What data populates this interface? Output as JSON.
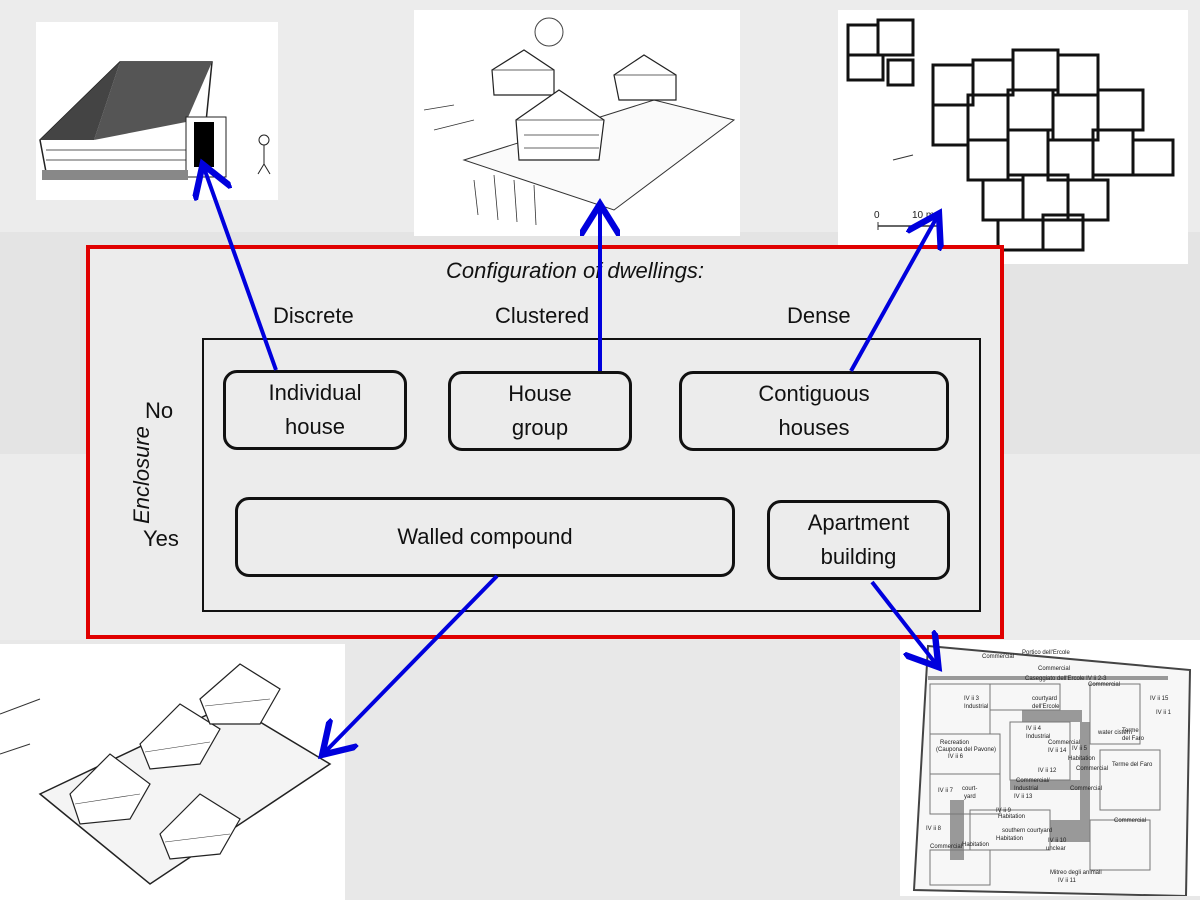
{
  "diagram": {
    "title": "Configuration of dwellings:",
    "columns": [
      "Discrete",
      "Clustered",
      "Dense"
    ],
    "row_axis_label": "Enclosure",
    "rows": [
      "No",
      "Yes"
    ],
    "boxes": {
      "individual_house": "Individual\nhouse",
      "house_group": "House\ngroup",
      "contiguous_houses": "Contiguous\nhouses",
      "walled_compound": "Walled compound",
      "apartment_building": "Apartment\nbuilding"
    },
    "frame_color": "#e00000",
    "arrow_color": "#0000dd"
  },
  "illustrations": {
    "scale_bar": {
      "zero": "0",
      "ten": "10 m"
    },
    "plan_labels": [
      "Commercial",
      "Portico dell'Ercole",
      "Commercial",
      "Caseggiato dell'Ercole IV ii 2-3",
      "Commercial",
      "IV ii 3",
      "Industrial",
      "courtyard",
      "dell'Ercole",
      "IV ii 4",
      "Industrial",
      "Recreation",
      "(Caupona del Pavone)",
      "IV ii 6",
      "Commercial",
      "IV ii 14",
      "IV ii 5",
      "Habitation",
      "Commercial",
      "IV ii 12",
      "Commercial",
      "Commercial/",
      "Industrial",
      "IV ii 13",
      "court-",
      "yard",
      "IV ii 7",
      "IV ii 9",
      "Habitation",
      "southern courtyard",
      "IV ii 8",
      "Commercial",
      "Habitation",
      "IV ii 10",
      "unclear",
      "Mitreo degli animali",
      "IV ii 11",
      "Terme",
      "del Faro",
      "IV ii 1",
      "Terme del Faro",
      "Commercial",
      "Habitation",
      "water cistern",
      "IV ii 15"
    ]
  }
}
